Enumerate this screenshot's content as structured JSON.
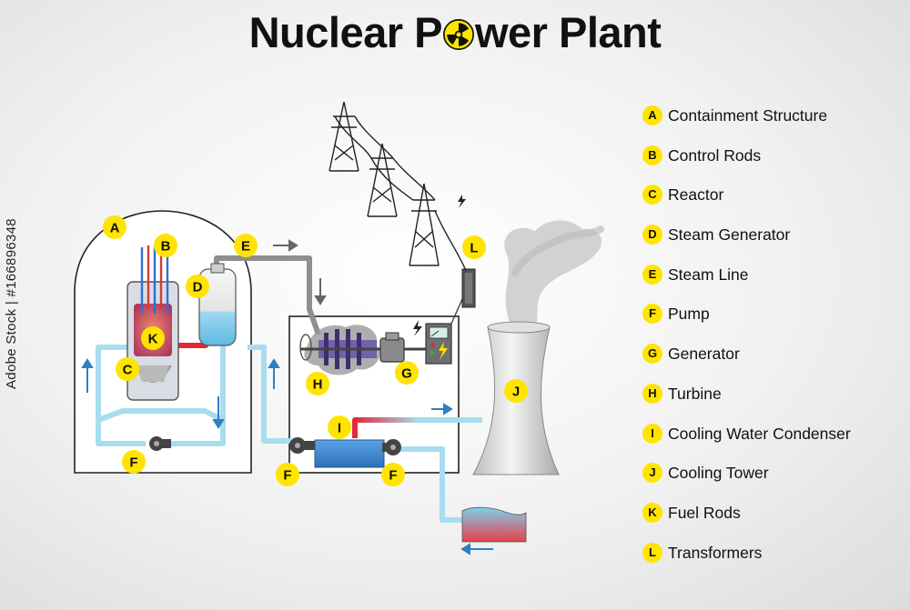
{
  "title": {
    "before": "Nuclear P",
    "after": "wer Plant"
  },
  "colors": {
    "badge": "#ffe400",
    "hot_water": "#e02a36",
    "cold_water": "#a8dcef",
    "steam": "#8f8f8f",
    "condenser": "#3f86cf"
  },
  "badges": [
    {
      "letter": "A"
    },
    {
      "letter": "B"
    },
    {
      "letter": "K"
    },
    {
      "letter": "C"
    },
    {
      "letter": "D"
    },
    {
      "letter": "E"
    },
    {
      "letter": "L"
    },
    {
      "letter": "H"
    },
    {
      "letter": "G"
    },
    {
      "letter": "J"
    },
    {
      "letter": "I"
    },
    {
      "letter": "F"
    },
    {
      "letter": "F"
    },
    {
      "letter": "F"
    }
  ],
  "legend": [
    {
      "letter": "A",
      "label": "Containment Structure"
    },
    {
      "letter": "B",
      "label": "Control Rods"
    },
    {
      "letter": "C",
      "label": "Reactor"
    },
    {
      "letter": "D",
      "label": "Steam Generator"
    },
    {
      "letter": "E",
      "label": "Steam Line"
    },
    {
      "letter": "F",
      "label": "Pump"
    },
    {
      "letter": "G",
      "label": "Generator"
    },
    {
      "letter": "H",
      "label": "Turbine"
    },
    {
      "letter": "I",
      "label": "Cooling Water Condenser"
    },
    {
      "letter": "J",
      "label": "Cooling Tower"
    },
    {
      "letter": "K",
      "label": "Fuel Rods"
    },
    {
      "letter": "L",
      "label": "Transformers"
    }
  ],
  "watermark": "Adobe Stock | #166896348",
  "icons": [
    "radiation-icon",
    "lightning-icon",
    "meter-icon",
    "pump-icon",
    "transmission-tower-icon",
    "flow-arrow-icon"
  ]
}
